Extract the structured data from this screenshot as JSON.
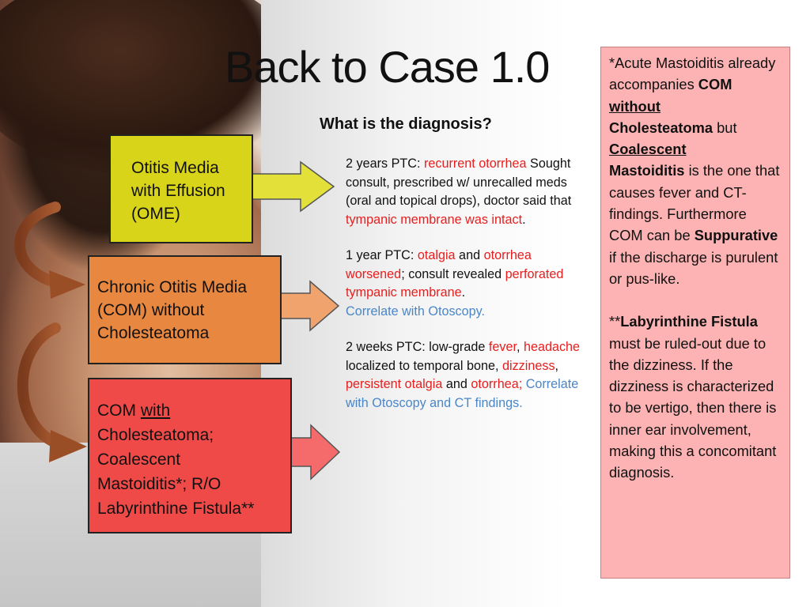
{
  "slide": {
    "title": "Back to Case 1.0",
    "question": "What is the diagnosis?"
  },
  "boxes": {
    "ome": [
      "Otitis Media",
      "with Effusion",
      "(OME)"
    ],
    "com_without": [
      "Chronic Otitis Media",
      "(COM) without",
      "Cholesteatoma"
    ],
    "com_with": {
      "pre": "COM ",
      "with": "with",
      "l2": "Cholesteatoma;",
      "l3": "Coalescent",
      "l4": "Mastoiditis*; R/O",
      "l5": "Labyrinthine Fistula**"
    }
  },
  "history": {
    "p1": {
      "a": "2 years PTC: ",
      "b": "recurrent otorrhea",
      "c": " Sought consult, prescribed w/ unrecalled meds (oral and topical drops), doctor said that ",
      "d": "tympanic membrane was intact",
      "e": "."
    },
    "p2": {
      "a": "1 year PTC: ",
      "b": "otalgia",
      "c": " and ",
      "d": "otorrhea worsened",
      "e": "; consult revealed ",
      "f": "perforated tympanic membrane",
      "g": ".",
      "h": "Correlate with Otoscopy."
    },
    "p3": {
      "a": "2 weeks PTC: low-grade ",
      "b": "fever",
      "c": ", ",
      "d": "headache",
      "e": " localized to temporal bone, ",
      "f": "dizziness",
      "g": ", ",
      "h": "persistent otalgia",
      "i": " and ",
      "j": "otorrhea;",
      "k": " Correlate with Otoscopy and CT findings."
    }
  },
  "note": {
    "p1": {
      "a": "*Acute Mastoiditis already accompanies ",
      "b": "COM",
      "c": " ",
      "d": "without",
      "e": "Cholesteatoma",
      "f": " but ",
      "g": "Coalescent",
      "h": "Mastoiditis",
      "i": " is the one that causes fever and CT-findings. Furthermore COM can be ",
      "j": "Suppurative",
      "k": " if the discharge is purulent or pus-like."
    },
    "p2": {
      "a": "**",
      "b": "Labyrinthine Fistula",
      "c": " must be ruled-out due to the dizziness. If the dizziness is characterized to be vertigo, then there is inner ear involvement, making this a concomitant diagnosis."
    }
  },
  "colors": {
    "ome_box": "#d8d41a",
    "com_box": "#e8873f",
    "cholesteatoma_box": "#f04a48",
    "note_box": "#fdb3b3",
    "highlight_red": "#e81e1e",
    "highlight_blue": "#4a86c8"
  }
}
